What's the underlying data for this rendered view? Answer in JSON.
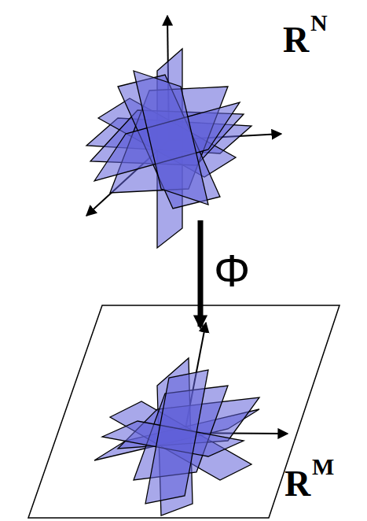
{
  "diagram": {
    "labels": [
      "R",
      "N",
      "Φ",
      "R",
      "M"
    ]
  }
}
